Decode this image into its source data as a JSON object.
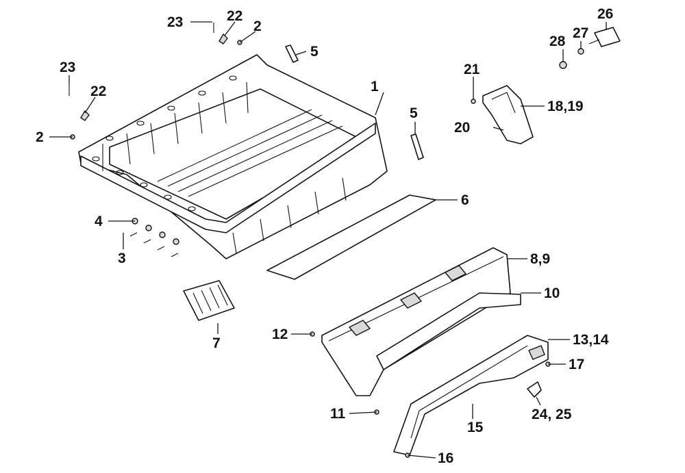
{
  "callouts": {
    "c1": "1",
    "c2a": "2",
    "c2b": "2",
    "c3": "3",
    "c4": "4",
    "c5a": "5",
    "c5b": "5",
    "c6": "6",
    "c7": "7",
    "c8_9": "8,9",
    "c10": "10",
    "c11": "11",
    "c12": "12",
    "c13_14": "13,14",
    "c15": "15",
    "c16": "16",
    "c17": "17",
    "c18_19": "18,19",
    "c20": "20",
    "c21": "21",
    "c22a": "22",
    "c22b": "22",
    "c23a": "23",
    "c23b": "23",
    "c24_25": "24, 25",
    "c26": "26",
    "c27": "27",
    "c28": "28"
  }
}
